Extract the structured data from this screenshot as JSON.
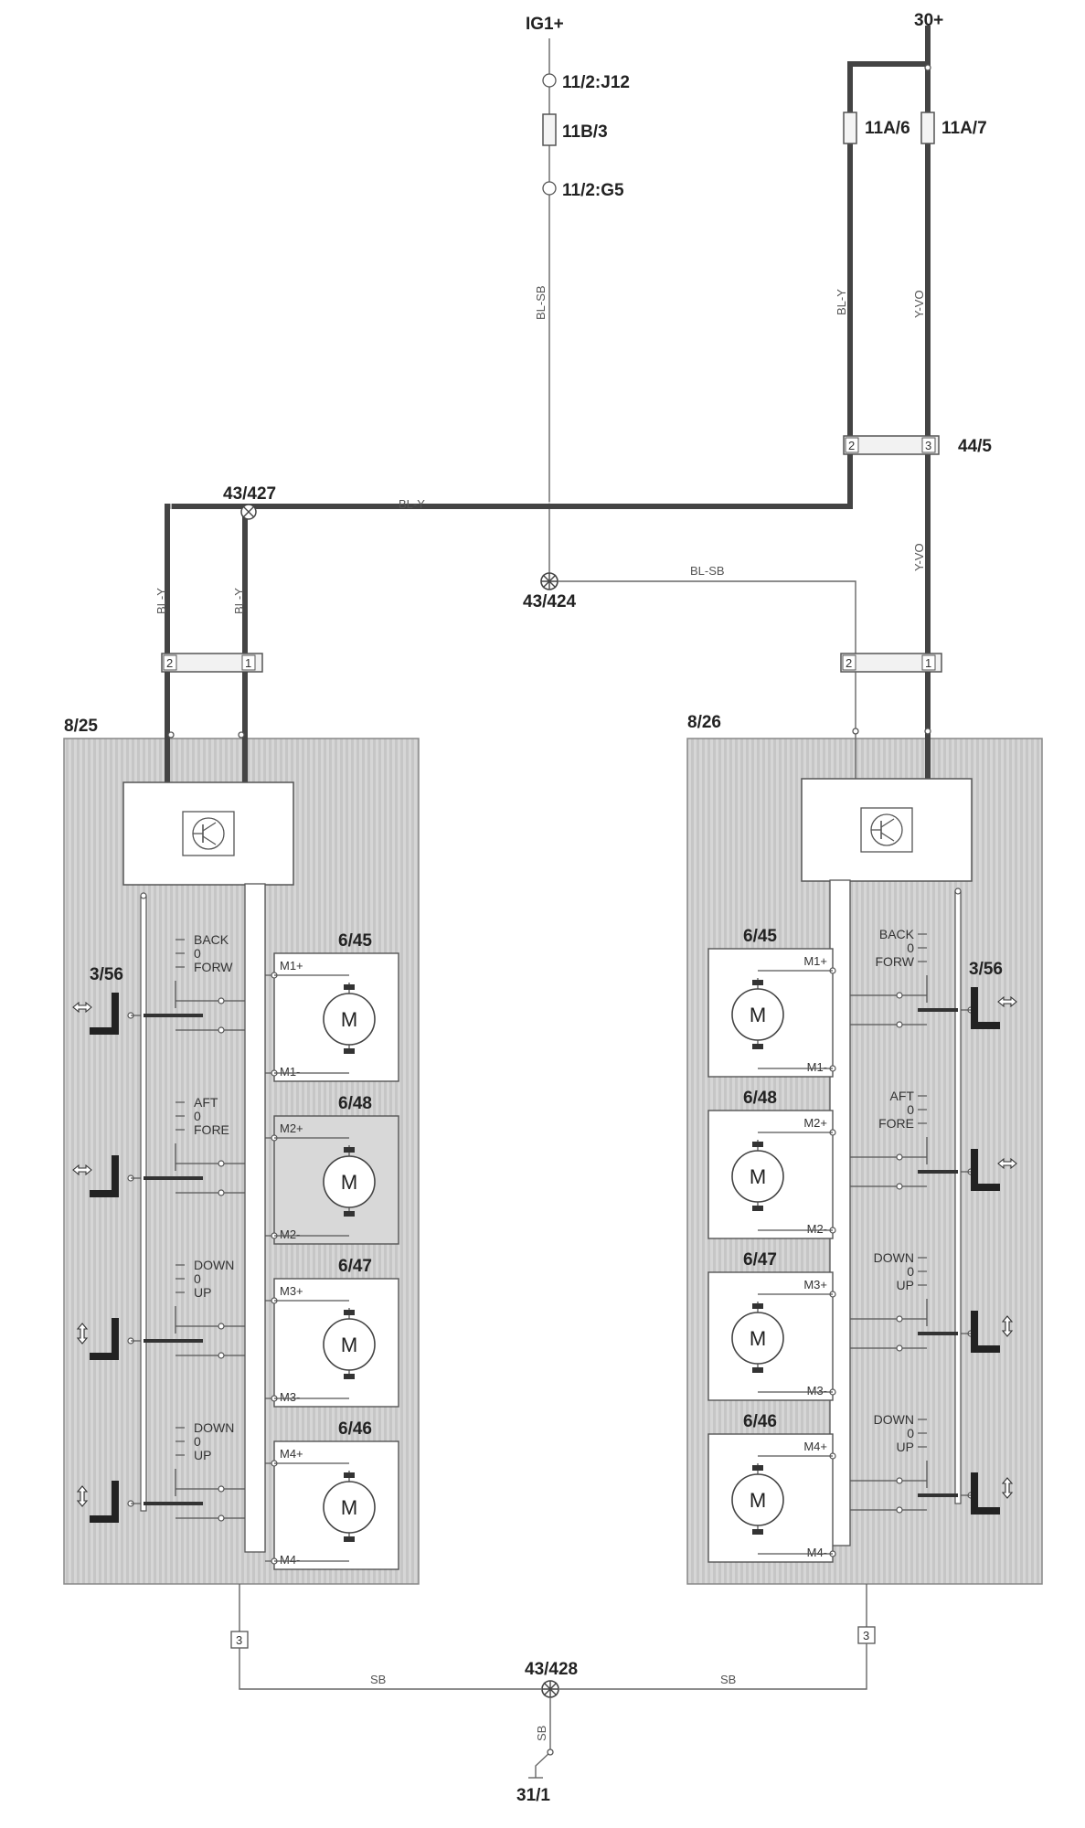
{
  "power": {
    "ig1": "IG1+",
    "b30": "30+"
  },
  "fuse_path": {
    "conn_top": "11/2:J12",
    "fuse": "11B/3",
    "conn_bottom": "11/2:G5"
  },
  "fuses_right": {
    "left": "11A/6",
    "right": "11A/7"
  },
  "wires": {
    "bl_sb": "BL-SB",
    "bl_y": "BL-Y",
    "y_vo": "Y-VO",
    "sb": "SB"
  },
  "connectors": {
    "c44_5": "44/5",
    "pin2": "2",
    "pin3": "3",
    "pin1": "1",
    "pin_gnd": "3"
  },
  "splices": {
    "s43_427": "43/427",
    "s43_424": "43/424",
    "s43_428": "43/428"
  },
  "ground": "31/1",
  "left_module": {
    "id": "8/25",
    "switch": "3/56",
    "switch_groups": [
      {
        "top": "BACK",
        "mid": "0",
        "bottom": "FORW"
      },
      {
        "top": "AFT",
        "mid": "0",
        "bottom": "FORE"
      },
      {
        "top": "DOWN",
        "mid": "0",
        "bottom": "UP"
      },
      {
        "top": "DOWN",
        "mid": "0",
        "bottom": "UP"
      }
    ],
    "motors": [
      {
        "id": "6/45",
        "plus": "M1+",
        "minus": "M1-",
        "symbol": "M"
      },
      {
        "id": "6/48",
        "plus": "M2+",
        "minus": "M2-",
        "symbol": "M"
      },
      {
        "id": "6/47",
        "plus": "M3+",
        "minus": "M3-",
        "symbol": "M"
      },
      {
        "id": "6/46",
        "plus": "M4+",
        "minus": "M4-",
        "symbol": "M"
      }
    ]
  },
  "right_module": {
    "id": "8/26",
    "switch": "3/56",
    "switch_groups": [
      {
        "top": "BACK",
        "mid": "0",
        "bottom": "FORW"
      },
      {
        "top": "AFT",
        "mid": "0",
        "bottom": "FORE"
      },
      {
        "top": "DOWN",
        "mid": "0",
        "bottom": "UP"
      },
      {
        "top": "DOWN",
        "mid": "0",
        "bottom": "UP"
      }
    ],
    "motors": [
      {
        "id": "6/45",
        "plus": "M1+",
        "minus": "M1-",
        "symbol": "M"
      },
      {
        "id": "6/48",
        "plus": "M2+",
        "minus": "M2-",
        "symbol": "M"
      },
      {
        "id": "6/47",
        "plus": "M3+",
        "minus": "M3-",
        "symbol": "M"
      },
      {
        "id": "6/46",
        "plus": "M4+",
        "minus": "M4-",
        "symbol": "M"
      }
    ]
  }
}
